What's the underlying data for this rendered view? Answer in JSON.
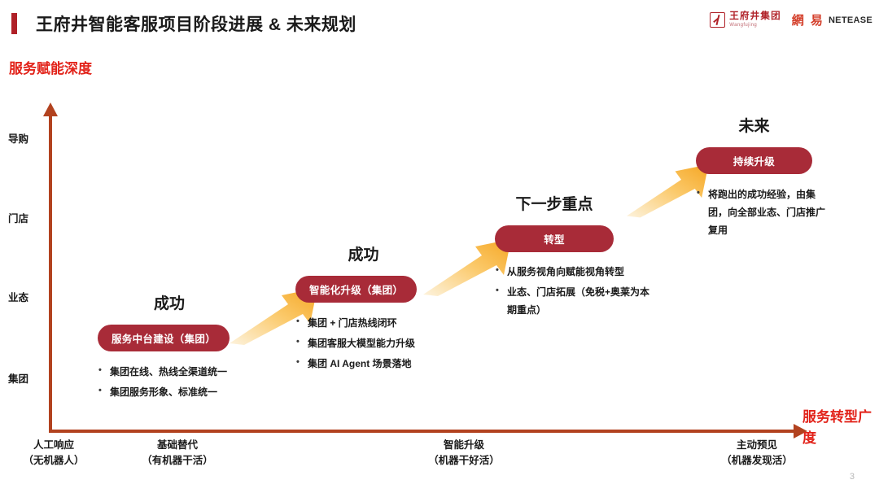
{
  "header": {
    "title": "王府井智能客服项目阶段进展 & 未来规划",
    "accent_color": "#b02128",
    "logos": {
      "wangfujing": {
        "cn": "王府井集团",
        "en": "Wangfujing",
        "mark": "wangfujing-mark-icon",
        "color": "#b02128"
      },
      "netease": {
        "cn": "網 易",
        "en": "NETEASE",
        "cn_color": "#d4402c",
        "en_color": "#2b2b2b"
      }
    }
  },
  "chart_data": {
    "type": "scatter",
    "title": "王府井智能客服项目阶段进展 & 未来规划",
    "ylabel": "服务赋能深度",
    "xlabel": "服务转型广度",
    "axis_color": "#b2421f",
    "axis_title_color": "#e2231a",
    "y_ticks": [
      "导购",
      "门店",
      "业态",
      "集团"
    ],
    "x_ticks": [
      {
        "line1": "人工响应",
        "line2": "（无机器人）"
      },
      {
        "line1": "基础替代",
        "line2": "（有机器干活）"
      },
      {
        "line1": "智能升级",
        "line2": "（机器干好活）"
      },
      {
        "line1": "主动预见",
        "line2": "（机器发现活）"
      }
    ],
    "series": [
      {
        "name": "服务中台建设（集团）",
        "x": "基础替代",
        "y": "集团"
      },
      {
        "name": "智能化升级（集团）",
        "x": "基础替代+",
        "y": "业态"
      },
      {
        "name": "转型",
        "x": "智能升级",
        "y": "门店"
      },
      {
        "name": "持续升级",
        "x": "主动预见",
        "y": "导购"
      }
    ]
  },
  "stages": [
    {
      "heading": "成功",
      "pill": "服务中台建设（集团）",
      "bullets": [
        "集团在线、热线全渠道统一",
        "集团服务形象、标准统一"
      ]
    },
    {
      "heading": "成功",
      "pill": "智能化升级（集团）",
      "bullets": [
        "集团 + 门店热线闭环",
        "集团客服大模型能力升级",
        "集团 AI Agent 场景落地"
      ]
    },
    {
      "heading": "下一步重点",
      "pill": "转型",
      "bullets": [
        "从服务视角向赋能视角转型",
        "业态、门店拓展（免税+奥莱为本期重点）"
      ]
    },
    {
      "heading": "未来",
      "pill": "持续升级",
      "bullets": [
        "将跑出的成功经验，由集团，向全部业态、门店推广复用"
      ]
    }
  ],
  "arrows": {
    "color_start": "#fdf0d5",
    "color_end": "#f5a623",
    "count": 3
  },
  "footer": {
    "page_number": "3"
  }
}
